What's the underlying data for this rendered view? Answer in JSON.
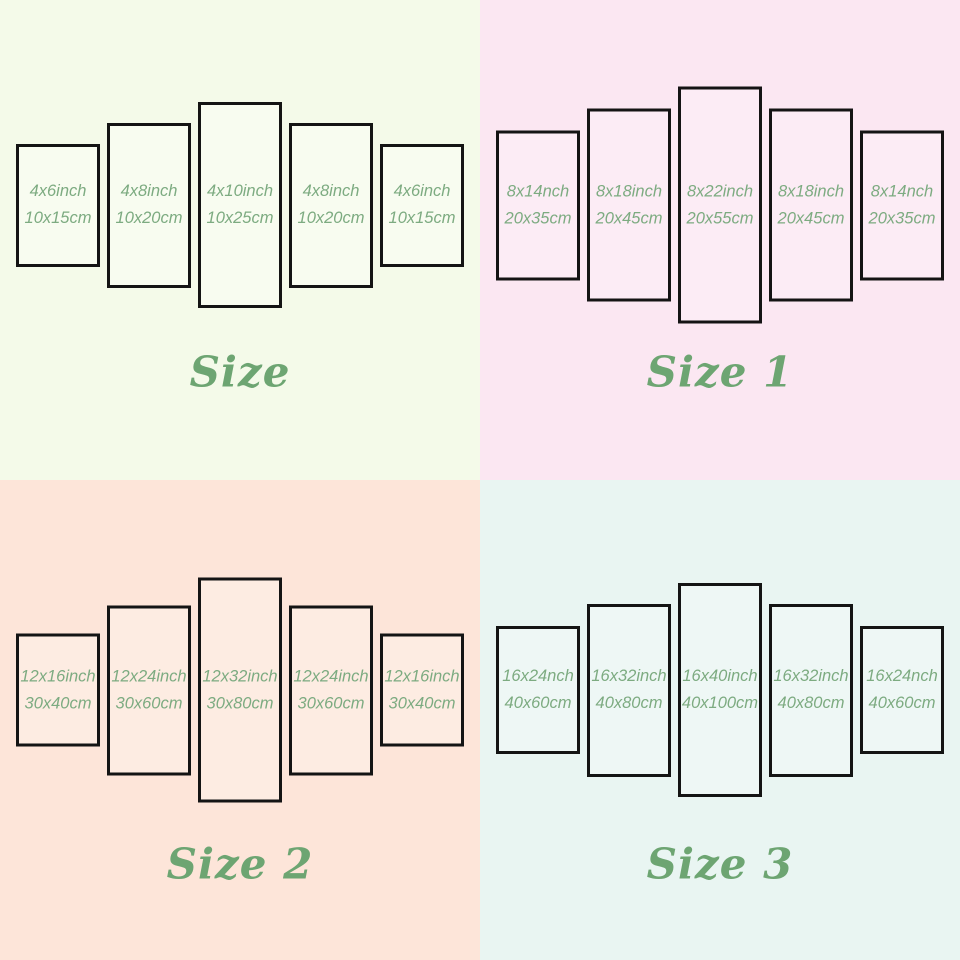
{
  "colors": {
    "quadrant_bg_size": "#f4fae9",
    "quadrant_bg_size1": "#fbe7f2",
    "quadrant_bg_size2": "#fde5d9",
    "quadrant_bg_size3": "#e9f5f2",
    "panel_border": "#141414",
    "label_green": "#7dab81",
    "title_green": "#6da572"
  },
  "quadrants": [
    {
      "title": "Size",
      "panels": [
        {
          "line1": "4x6inch",
          "line2": "10x15cm"
        },
        {
          "line1": "4x8inch",
          "line2": "10x20cm"
        },
        {
          "line1": "4x10inch",
          "line2": "10x25cm"
        },
        {
          "line1": "4x8inch",
          "line2": "10x20cm"
        },
        {
          "line1": "4x6inch",
          "line2": "10x15cm"
        }
      ]
    },
    {
      "title": "Size 1",
      "panels": [
        {
          "line1": "8x14nch",
          "line2": "20x35cm"
        },
        {
          "line1": "8x18inch",
          "line2": "20x45cm"
        },
        {
          "line1": "8x22inch",
          "line2": "20x55cm"
        },
        {
          "line1": "8x18inch",
          "line2": "20x45cm"
        },
        {
          "line1": "8x14nch",
          "line2": "20x35cm"
        }
      ]
    },
    {
      "title": "Size 2",
      "panels": [
        {
          "line1": "12x16inch",
          "line2": "30x40cm"
        },
        {
          "line1": "12x24inch",
          "line2": "30x60cm"
        },
        {
          "line1": "12x32inch",
          "line2": "30x80cm"
        },
        {
          "line1": "12x24inch",
          "line2": "30x60cm"
        },
        {
          "line1": "12x16inch",
          "line2": "30x40cm"
        }
      ]
    },
    {
      "title": "Size 3",
      "panels": [
        {
          "line1": "16x24nch",
          "line2": "40x60cm"
        },
        {
          "line1": "16x32inch",
          "line2": "40x80cm"
        },
        {
          "line1": "16x40inch",
          "line2": "40x100cm"
        },
        {
          "line1": "16x32inch",
          "line2": "40x80cm"
        },
        {
          "line1": "16x24nch",
          "line2": "40x60cm"
        }
      ]
    }
  ]
}
